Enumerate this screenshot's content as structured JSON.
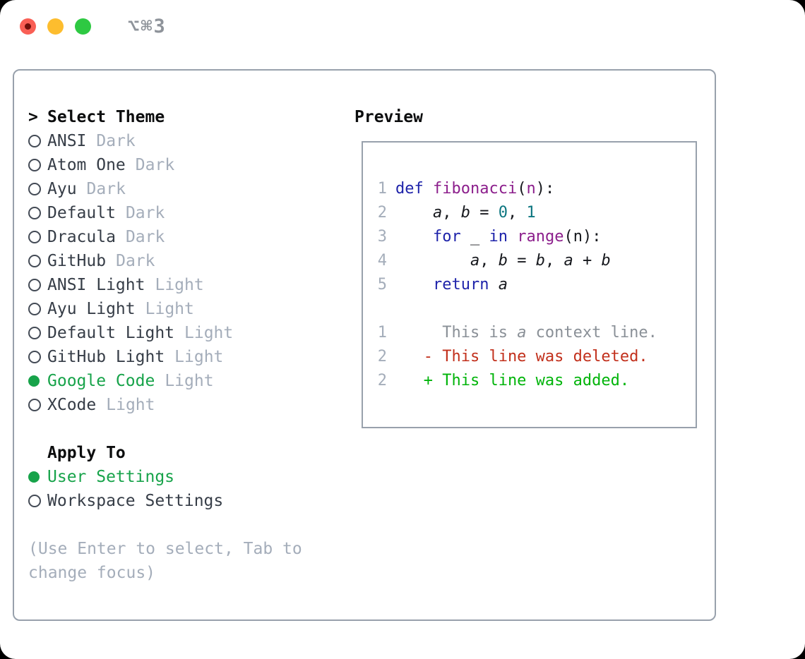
{
  "window": {
    "title": "⌥⌘3"
  },
  "theme_selector": {
    "prompt": ">",
    "title": "Select Theme",
    "themes": [
      {
        "name": "ANSI",
        "tag": "Dark",
        "selected": false
      },
      {
        "name": "Atom One",
        "tag": "Dark",
        "selected": false
      },
      {
        "name": "Ayu",
        "tag": "Dark",
        "selected": false
      },
      {
        "name": "Default",
        "tag": "Dark",
        "selected": false
      },
      {
        "name": "Dracula",
        "tag": "Dark",
        "selected": false
      },
      {
        "name": "GitHub",
        "tag": "Dark",
        "selected": false
      },
      {
        "name": "ANSI Light",
        "tag": "Light",
        "selected": false
      },
      {
        "name": "Ayu Light",
        "tag": "Light",
        "selected": false
      },
      {
        "name": "Default Light",
        "tag": "Light",
        "selected": false
      },
      {
        "name": "GitHub Light",
        "tag": "Light",
        "selected": false
      },
      {
        "name": "Google Code",
        "tag": "Light",
        "selected": true
      },
      {
        "name": "XCode",
        "tag": "Light",
        "selected": false
      }
    ],
    "apply_to": {
      "title": "Apply To",
      "options": [
        {
          "name": "User Settings",
          "selected": true
        },
        {
          "name": "Workspace Settings",
          "selected": false
        }
      ]
    },
    "help": "(Use Enter to select, Tab to change focus)"
  },
  "preview": {
    "title": "Preview",
    "rows": [
      {
        "num": "1",
        "tokens": [
          [
            "k",
            "def"
          ],
          [
            "pl",
            " "
          ],
          [
            "fn",
            "fibonacci"
          ],
          [
            "pl",
            "("
          ],
          [
            "fn",
            "n"
          ],
          [
            "pl",
            "):"
          ]
        ]
      },
      {
        "num": "2",
        "tokens": [
          [
            "pl",
            "    "
          ],
          [
            "v",
            "a"
          ],
          [
            "pl",
            ", "
          ],
          [
            "v",
            "b"
          ],
          [
            "pl",
            " = "
          ],
          [
            "lit",
            "0"
          ],
          [
            "pl",
            ", "
          ],
          [
            "lit",
            "1"
          ]
        ]
      },
      {
        "num": "3",
        "tokens": [
          [
            "pl",
            "    "
          ],
          [
            "k",
            "for"
          ],
          [
            "pl",
            " _ "
          ],
          [
            "k",
            "in"
          ],
          [
            "pl",
            " "
          ],
          [
            "fn",
            "range"
          ],
          [
            "pl",
            "(n):"
          ]
        ]
      },
      {
        "num": "4",
        "tokens": [
          [
            "pl",
            "        "
          ],
          [
            "v",
            "a"
          ],
          [
            "pl",
            ", "
          ],
          [
            "v",
            "b"
          ],
          [
            "pl",
            " = "
          ],
          [
            "v",
            "b"
          ],
          [
            "pl",
            ", "
          ],
          [
            "v",
            "a"
          ],
          [
            "pl",
            " + "
          ],
          [
            "v",
            "b"
          ]
        ]
      },
      {
        "num": "5",
        "tokens": [
          [
            "pl",
            "    "
          ],
          [
            "k",
            "return"
          ],
          [
            "pl",
            " "
          ],
          [
            "v",
            "a"
          ]
        ]
      },
      {
        "num": "",
        "tokens": []
      },
      {
        "num": "1",
        "tokens": [
          [
            "ctx",
            "     This is "
          ],
          [
            "ctxv",
            "a"
          ],
          [
            "ctx",
            " context line."
          ]
        ]
      },
      {
        "num": "2",
        "tokens": [
          [
            "del",
            "   - This line was deleted."
          ]
        ]
      },
      {
        "num": "2",
        "tokens": [
          [
            "add",
            "   + This line was added."
          ]
        ]
      }
    ]
  },
  "colors": {
    "accent_green": "#17a34a",
    "keyword_blue": "#1e23aa",
    "function_purple": "#8c1f8c",
    "literal_teal": "#0d7680",
    "diff_deleted_red": "#c2301c",
    "diff_added_green": "#00b40a",
    "muted_gray": "#a4adba",
    "traffic_red": "#f95f55",
    "traffic_yellow": "#fdbd2e",
    "traffic_green": "#2ec942"
  }
}
